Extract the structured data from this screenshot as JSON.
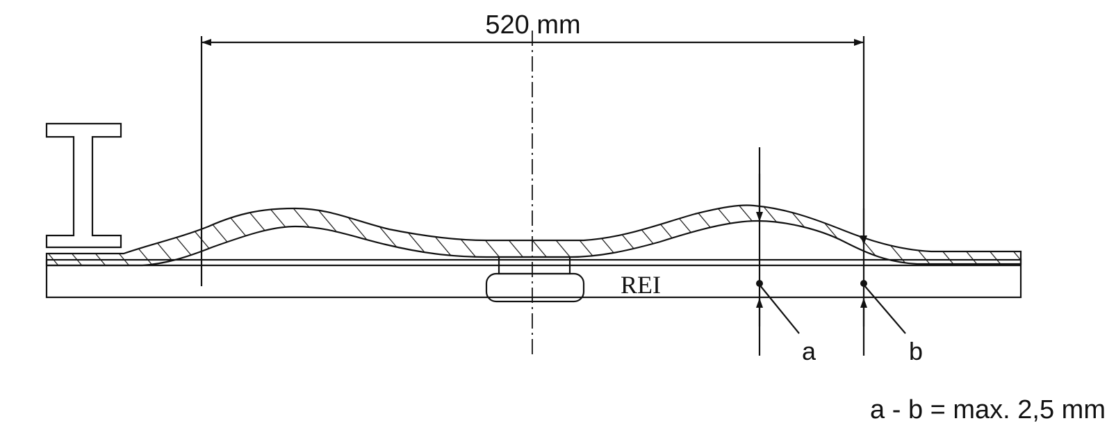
{
  "diagram": {
    "dimension_label": "520 mm",
    "rail_label": "REI",
    "marker_a": "a",
    "marker_b": "b",
    "formula": "a - b = max. 2,5 mm",
    "ink_color": "#111111"
  }
}
